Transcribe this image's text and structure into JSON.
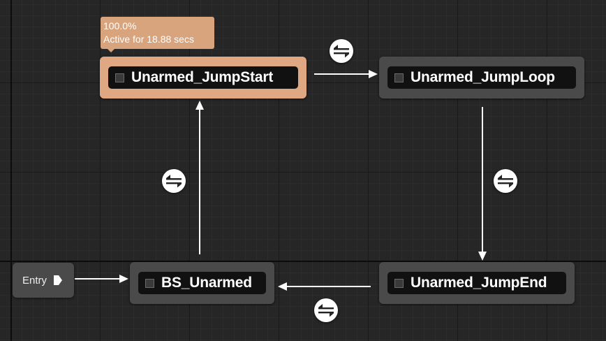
{
  "tooltip": {
    "percent": "100.0%",
    "active_text": "Active for 18.88 secs"
  },
  "entry": {
    "label": "Entry"
  },
  "states": {
    "jump_start": "Unarmed_JumpStart",
    "jump_loop": "Unarmed_JumpLoop",
    "jump_end": "Unarmed_JumpEnd",
    "bs_unarmed": "BS_Unarmed"
  },
  "colors": {
    "active_state": "#e0a882",
    "state": "#4a4a4a",
    "wire": "#ffffff",
    "background": "#262626"
  },
  "icons": {
    "transition_rule": "transition-rule-icon",
    "state": "state-icon",
    "entry_pin": "entry-pin-icon"
  }
}
